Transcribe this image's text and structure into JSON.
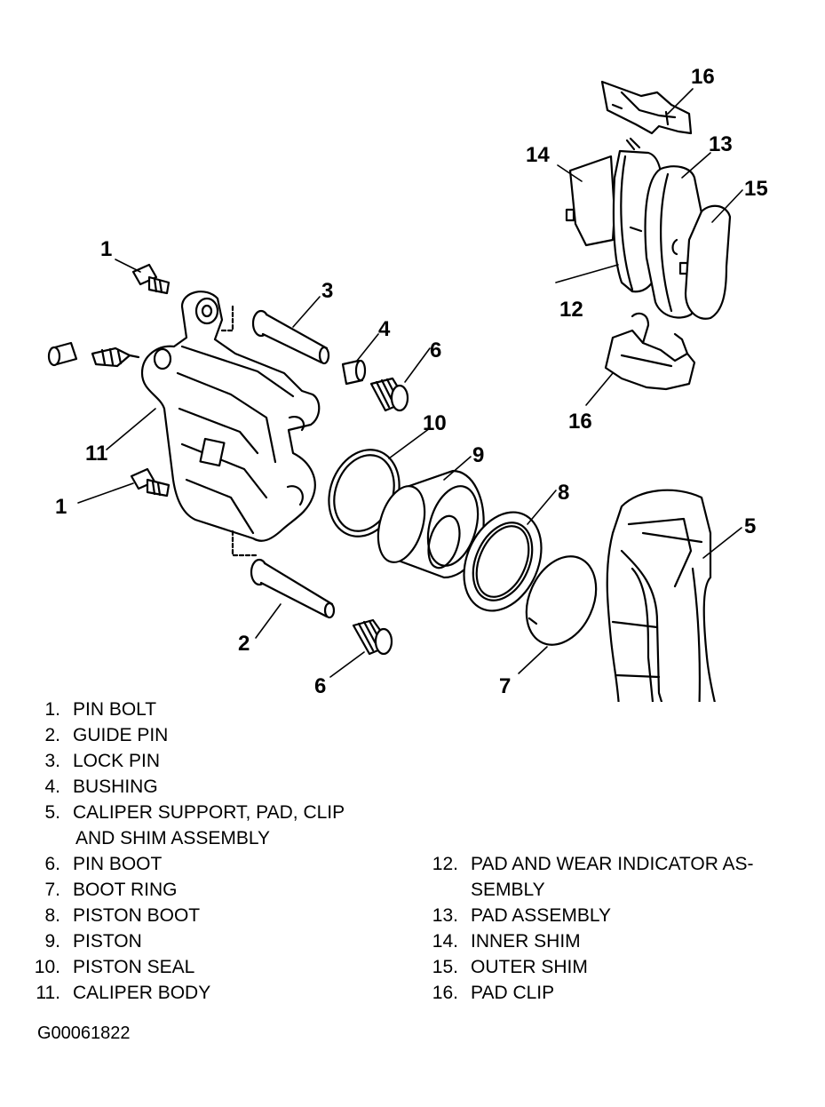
{
  "callouts": {
    "c1a": "1",
    "c1b": "1",
    "c2": "2",
    "c3": "3",
    "c4": "4",
    "c5": "5",
    "c6a": "6",
    "c6b": "6",
    "c7": "7",
    "c8": "8",
    "c9": "9",
    "c10": "10",
    "c11": "11",
    "c12": "12",
    "c13": "13",
    "c14": "14",
    "c15": "15",
    "c16a": "16",
    "c16b": "16"
  },
  "legend": {
    "left": [
      {
        "num": "1.",
        "text": "PIN BOLT"
      },
      {
        "num": "2.",
        "text": "GUIDE PIN"
      },
      {
        "num": "3.",
        "text": "LOCK PIN"
      },
      {
        "num": "4.",
        "text": "BUSHING"
      },
      {
        "num": "5.",
        "text": "CALIPER SUPPORT, PAD, CLIP"
      },
      {
        "num": "6.",
        "text": "PIN BOOT"
      },
      {
        "num": "7.",
        "text": "BOOT RING"
      },
      {
        "num": "8.",
        "text": "PISTON BOOT"
      },
      {
        "num": "9.",
        "text": "PISTON"
      },
      {
        "num": "10.",
        "text": "PISTON SEAL"
      },
      {
        "num": "11.",
        "text": "CALIPER BODY"
      }
    ],
    "left_continuation": "AND SHIM ASSEMBLY",
    "right": [
      {
        "num": "12.",
        "text": "PAD AND WEAR INDICATOR AS-"
      },
      {
        "num": "13.",
        "text": "PAD ASSEMBLY"
      },
      {
        "num": "14.",
        "text": "INNER SHIM"
      },
      {
        "num": "15.",
        "text": "OUTER SHIM"
      },
      {
        "num": "16.",
        "text": "PAD CLIP"
      }
    ],
    "right_continuation": "SEMBLY"
  },
  "figure_id": "G00061822",
  "icons": {
    "pin_bolt": "pin-bolt-icon",
    "guide_pin": "guide-pin-icon",
    "caliper_body": "caliper-body-icon",
    "caliper_support": "caliper-support-icon",
    "piston": "piston-icon"
  }
}
